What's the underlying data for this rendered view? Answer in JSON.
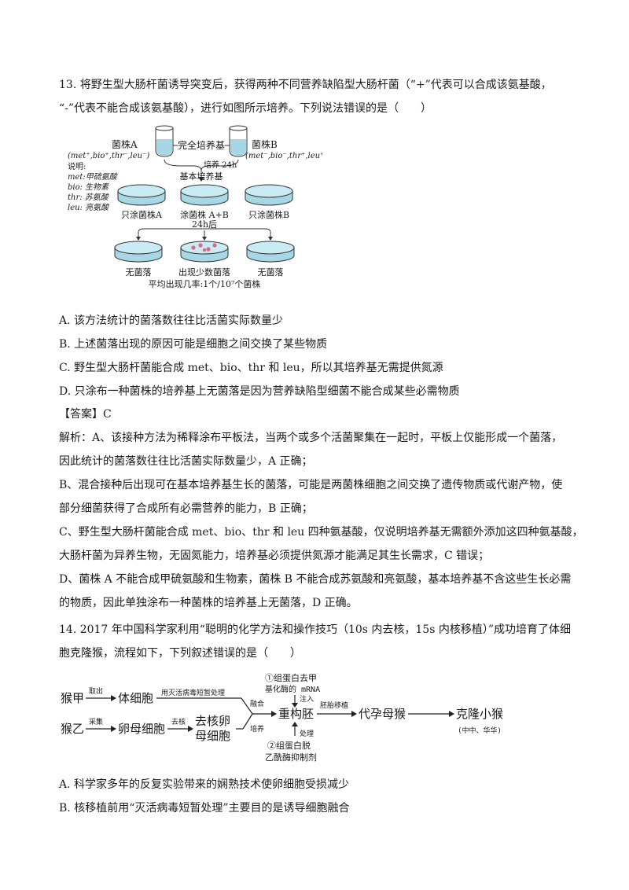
{
  "q13": {
    "stem_l1": "13. 将野生型大肠杆菌诱导突变后，获得两种不同营养缺陷型大肠杆菌（“+”代表可以合成该氨基酸，",
    "stem_l2": "“-”代表不能合成该氨基酸），进行如图所示培养。下列说法错误的是（　　）",
    "figure": {
      "strain_a": "菌株A",
      "strain_a_genotype": "(met⁺,bio⁺,thr⁻,leu⁻)",
      "complete_medium": "完全培养基",
      "strain_b": "菌株B",
      "strain_b_genotype": "(met⁻,bio⁻,thr⁺,leu⁺)",
      "legend_title": "说明:",
      "legend_met": "met:甲硫氨酸",
      "legend_bio": "bio: 生物素",
      "legend_thr": "thr: 苏氨酸",
      "legend_leu": "leu: 亮氨酸",
      "culture_24h": "培养 24h",
      "basic_medium": "基本培养基",
      "plate1": "只涂菌株A",
      "plate2": "涂菌株 A+B",
      "plate3": "只涂菌株B",
      "after_24h": "24h后",
      "result1": "无菌落",
      "result2": "出现少数菌落",
      "result3": "无菌落",
      "frequency": "平均出现几率:1个/10⁷个菌株"
    },
    "options": {
      "A": "A.  该方法统计的菌落数往往比活菌实际数量少",
      "B": "B.  上述菌落出现的原因可能是细胞之间交换了某些物质",
      "C": "C.  野生型大肠杆菌能合成 met、bio、thr 和 leu，所以其培养基无需提供氮源",
      "D": "D.  只涂布一种菌株的培养基上无菌落是因为营养缺陷型细菌不能合成某些必需物质"
    },
    "answer": "【答案】C",
    "analysis": [
      "解析：A、该接种方法为稀释涂布平板法，当两个或多个活菌聚集在一起时，平板上仅能形成一个菌落，",
      "因此统计的菌落数往往比活菌实际数量少，A 正确；",
      "B、混合接种后出现可在基本培养基生长的菌落，可能是两菌株细胞之间交换了遗传物质或代谢产物，使",
      "部分细菌获得了合成所有必需营养的能力，B 正确；",
      "C、野生型大肠杆菌能合成 met、bio、thr 和 leu 四种氨基酸，仅说明培养基无需额外添加这四种氨基酸，",
      "大肠杆菌为异养生物，无固氮能力，培养基必须提供氮源才能满足其生长需求，C 错误；",
      "D、菌株 A 不能合成甲硫氨酸和生物素，菌株 B 不能合成苏氨酸和亮氨酸，基本培养基不含这些生长必需",
      "的物质，因此单独涂布一种菌株的培养基上无菌落，D 正确。"
    ]
  },
  "q14": {
    "stem_l1": "14. 2017 年中国科学家利用“聪明的化学方法和操作技巧（10s 内去核，15s 内核移植）”成功培育了体细",
    "stem_l2": "胞克隆猴，流程如下，下列叙述错误的是（　　）",
    "figure": {
      "monkey_a": "猴甲",
      "take_out": "取出",
      "somatic_cell": "体细胞",
      "virus_treatment": "用灭活病毒短暂处理",
      "monkey_b": "猴乙",
      "collect": "采集",
      "oocyte": "卵母细胞",
      "enucleate": "去核",
      "enucleated_oocyte_l1": "去核卵",
      "enucleated_oocyte_l2": "母细胞",
      "fuse": "融合",
      "culture": "培养",
      "reconstructed_embryo": "重构胚",
      "note1_l1": "①组蛋白去甲",
      "note1_l2": "基化酶的 mRNA",
      "inject": "注入",
      "note2_l1": "②组蛋白脱",
      "note2_l2": "乙酰酶抑制剂",
      "process": "处理",
      "embryo_transfer": "胚胎移植",
      "surrogate": "代孕母猴",
      "clone": "克隆小猴",
      "names": "(中中、华华)"
    },
    "options": {
      "A": "A.  科学家多年的反复实验带来的娴熟技术使卵细胞受损减少",
      "B": "B.  核移植前用“灭活病毒短暂处理”主要目的是诱导细胞融合"
    }
  }
}
